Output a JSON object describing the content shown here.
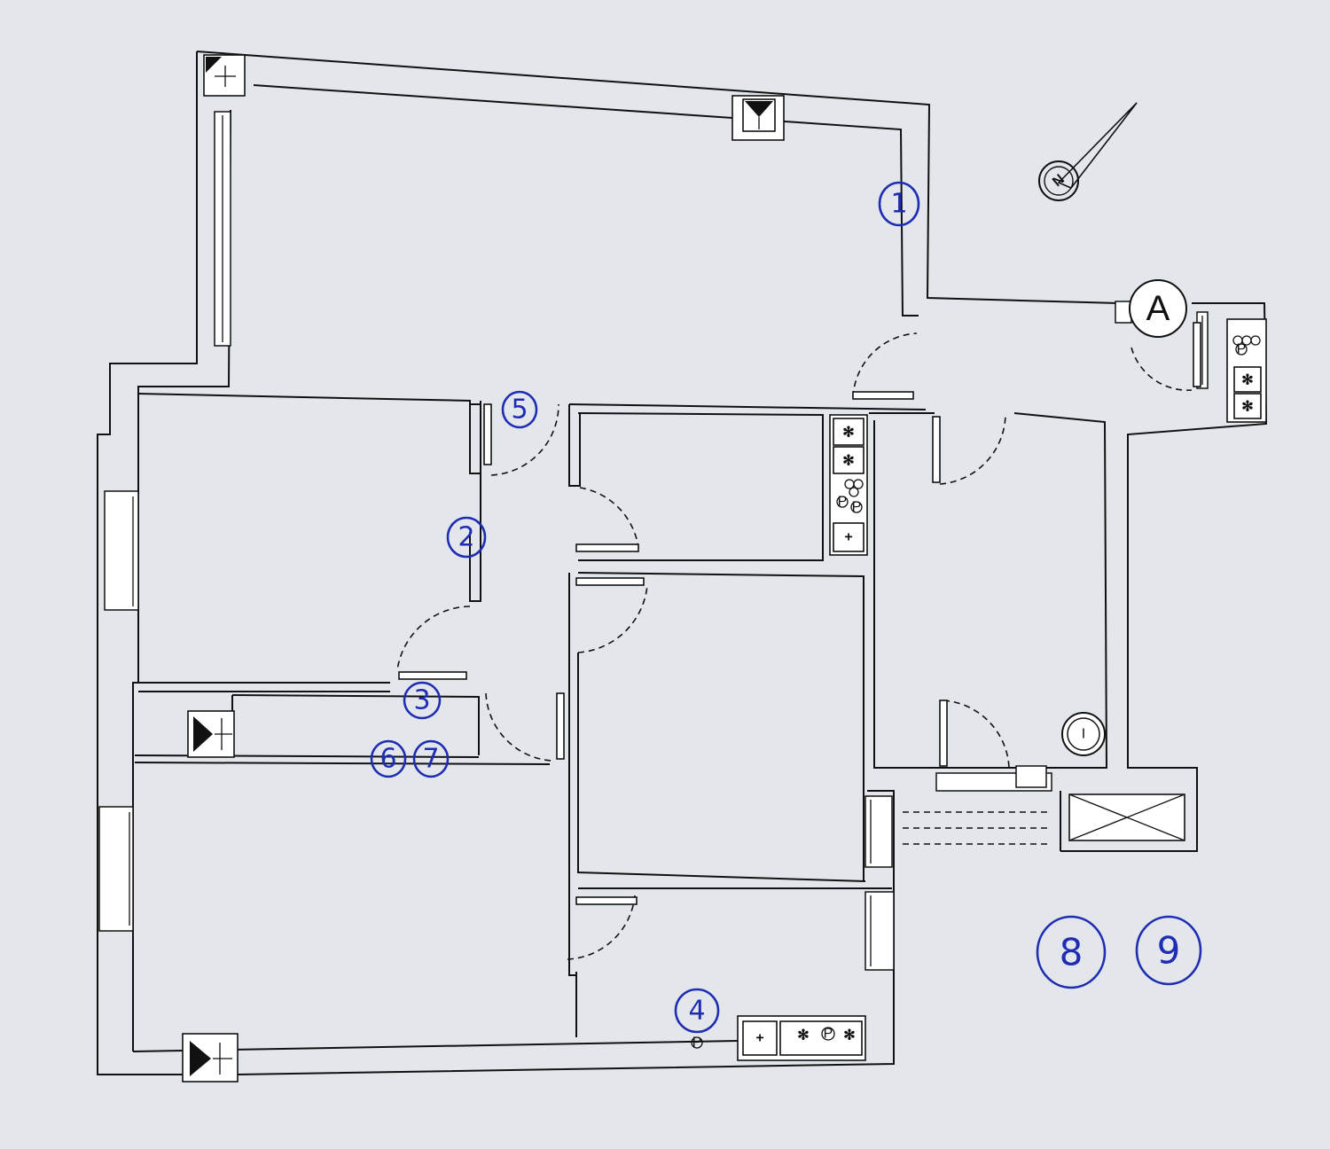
{
  "door_symbol": {
    "label": "A"
  },
  "marker_i": {
    "label": "I"
  },
  "north_arrow": {
    "label": "N",
    "icon": "north-arrow-icon"
  },
  "annotations": [
    {
      "id": "m1",
      "label": "1"
    },
    {
      "id": "m2",
      "label": "2"
    },
    {
      "id": "m3",
      "label": "3"
    },
    {
      "id": "m4",
      "label": "4"
    },
    {
      "id": "m5",
      "label": "5"
    },
    {
      "id": "m6",
      "label": "6"
    },
    {
      "id": "m7",
      "label": "7"
    },
    {
      "id": "m8",
      "label": "8"
    },
    {
      "id": "m9",
      "label": "9"
    }
  ],
  "fixtures": [
    {
      "name": "fan-coil-icon",
      "glyph": "✻"
    },
    {
      "name": "electrical-outlet-icon",
      "glyph": "P"
    },
    {
      "name": "light-switch-icon",
      "glyph": "+"
    },
    {
      "name": "radiator-icon",
      "glyph": "▶"
    }
  ],
  "ink_color": "#1f2db3",
  "line_color": "#111111"
}
